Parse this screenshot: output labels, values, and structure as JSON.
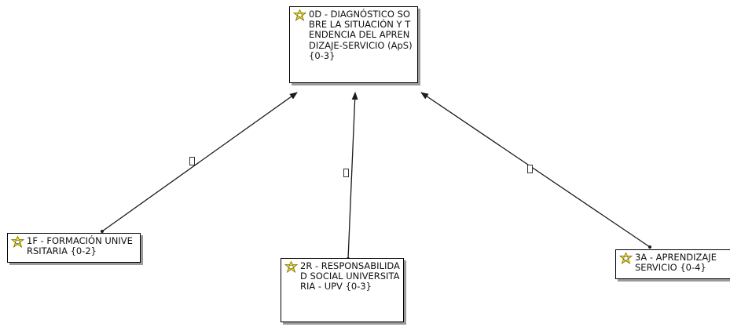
{
  "colors": {
    "node_border": "#000000",
    "node_shadow": "#9a9a9a",
    "icon_fill": "#f5e600",
    "edge": "#1a1a1a"
  },
  "nodes": {
    "center": {
      "icon": "code-star-icon",
      "label": "0D - DIAGNÓSTICO SOBRE LA SITUACIÓN Y TENDENCIA DEL APRENDIZAJE-SERVICIO (ApS) {0-3}"
    },
    "left": {
      "icon": "code-star-icon",
      "label": "1F - FORMACIÓN UNIVERSITARIA {0-2}"
    },
    "middle": {
      "icon": "code-star-icon",
      "label": "2R - RESPONSABILIDAD SOCIAL UNIVERSITARIA - UPV {0-3}"
    },
    "right": {
      "icon": "code-star-icon",
      "label": "3A - APRENDIZAJE SERVICIO {0-4}"
    }
  },
  "edges": [
    {
      "from": "left",
      "to": "center",
      "label_glyph": "unrendered-symbol"
    },
    {
      "from": "middle",
      "to": "center",
      "label_glyph": "unrendered-symbol"
    },
    {
      "from": "right",
      "to": "center",
      "label_glyph": "unrendered-symbol"
    }
  ]
}
